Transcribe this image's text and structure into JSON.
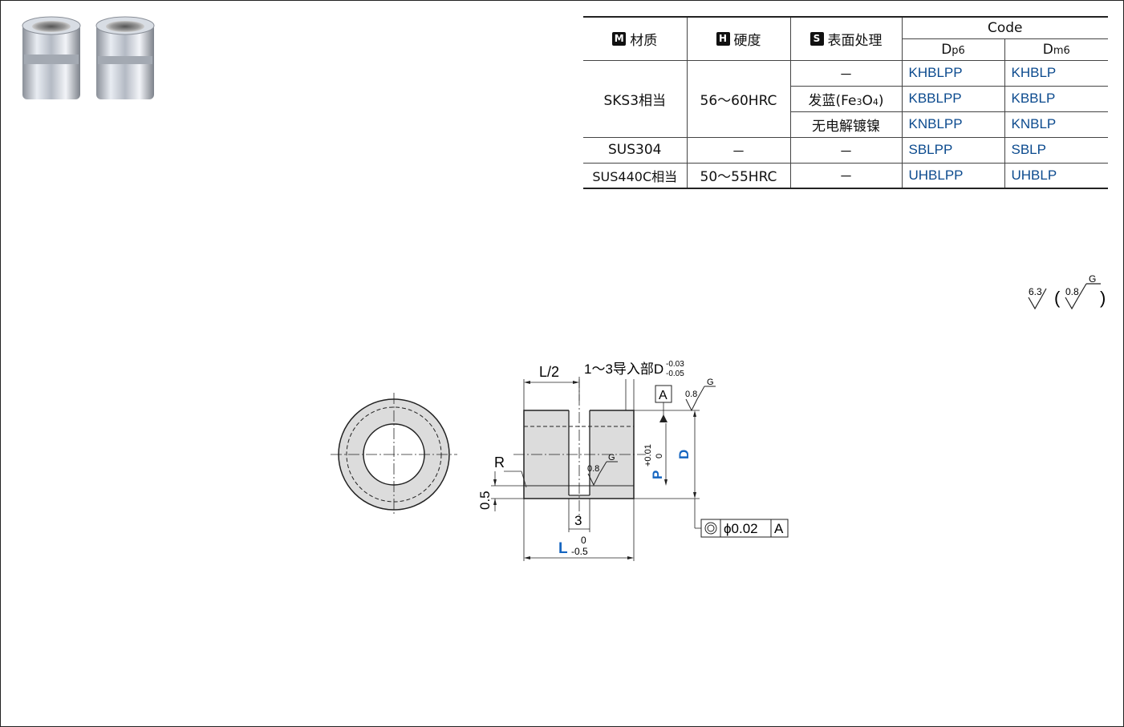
{
  "table": {
    "headers": {
      "material_badge": "M",
      "material": "材质",
      "hardness_badge": "H",
      "hardness": "硬度",
      "surface_badge": "S",
      "surface": "表面处理",
      "code": "Code",
      "dp6_main": "D",
      "dp6_sub": "p6",
      "dm6_main": "D",
      "dm6_sub": "m6"
    },
    "rows": [
      {
        "material": "SKS3相当",
        "hardness": "56～60HRC",
        "surface": "－",
        "code_p6": "KHBLPP",
        "code_m6": "KHBLP"
      },
      {
        "surface_pre": "发蓝(Fe",
        "surface_sub1": "3",
        "surface_mid": "O",
        "surface_sub2": "4",
        "surface_post": ")",
        "code_p6": "KBBLPP",
        "code_m6": "KBBLP"
      },
      {
        "surface": "无电解镀镍",
        "code_p6": "KNBLPP",
        "code_m6": "KNBLP"
      },
      {
        "material": "SUS304",
        "hardness": "－",
        "surface": "－",
        "code_p6": "SBLPP",
        "code_m6": "SBLP"
      },
      {
        "material": "SUS440C相当",
        "hardness": "50～55HRC",
        "surface": "－",
        "code_p6": "UHBLPP",
        "code_m6": "UHBLP"
      }
    ]
  },
  "roughness": {
    "main": "6.3",
    "inner": "0.8",
    "grind": "G"
  },
  "drawing": {
    "l_half": "L/2",
    "lead_note": "1～3导入部D",
    "lead_tol_upper": "-0.03",
    "lead_tol_lower": "-0.05",
    "datum": "A",
    "finish_value": "0.8",
    "finish_grind": "G",
    "p_label": "P",
    "p_tol_upper": "+0.01",
    "p_tol_lower": "0",
    "d_label": "D",
    "r_label": "R",
    "chamfer": "0.5",
    "groove": "3",
    "l_label": "L",
    "l_tol_upper": "0",
    "l_tol_lower": "-0.5",
    "tolerance_value": "ϕ0.02",
    "tolerance_datum": "A"
  },
  "colors": {
    "code_blue": "#0b4a8e",
    "dim_blue": "#1565c0",
    "part_gray": "#dcdcdc"
  }
}
